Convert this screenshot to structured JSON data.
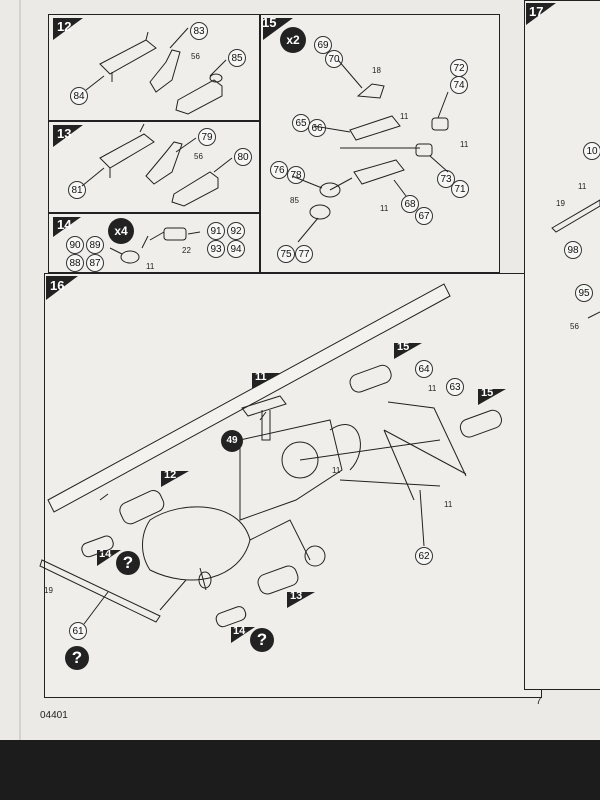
{
  "steps": {
    "s12": {
      "num": "12",
      "parts": [
        "83",
        "85",
        "84"
      ],
      "small": [
        "56"
      ]
    },
    "s13": {
      "num": "13",
      "parts": [
        "79",
        "80",
        "81"
      ],
      "small": [
        "56"
      ]
    },
    "s14": {
      "num": "14",
      "mult": "x4",
      "parts": [
        "91",
        "92",
        "90",
        "89",
        "93",
        "94",
        "88",
        "87"
      ],
      "small": [
        "22",
        "11"
      ]
    },
    "s15": {
      "num": "15",
      "mult": "x2",
      "parts": [
        "69",
        "70",
        "72",
        "74",
        "65",
        "66",
        "73",
        "71",
        "76",
        "78",
        "68",
        "67",
        "75",
        "77"
      ],
      "small": [
        "18",
        "11",
        "11",
        "85",
        "11"
      ]
    },
    "s16": {
      "num": "16",
      "parts": [
        "49",
        "64",
        "63",
        "62",
        "61"
      ],
      "small": [
        "11",
        "11",
        "19",
        "11"
      ],
      "refs": [
        "11",
        "15",
        "15",
        "12",
        "14",
        "13",
        "14"
      ],
      "help": "?"
    },
    "s17": {
      "num": "17",
      "parts": [
        "10",
        "98",
        "95"
      ],
      "small": [
        "11",
        "19",
        "56"
      ]
    }
  },
  "footer": {
    "code": "04401",
    "page": "7"
  }
}
